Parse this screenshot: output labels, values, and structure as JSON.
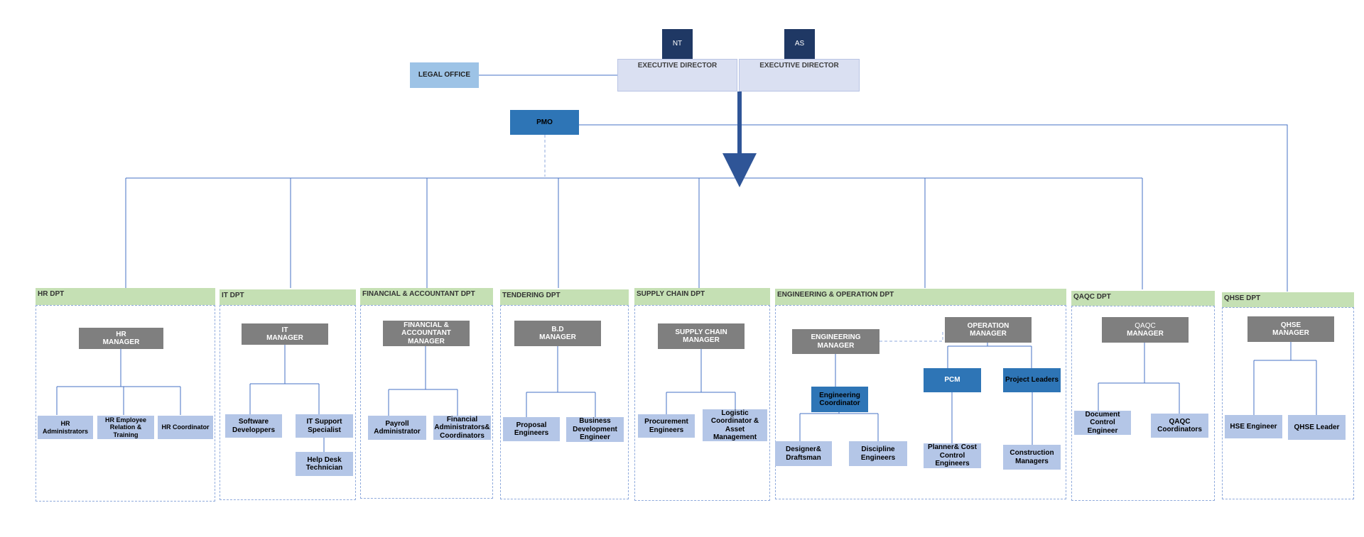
{
  "top": {
    "badges": [
      "NT",
      "AS"
    ],
    "executives": [
      "EXECUTIVE DIRECTOR",
      "EXECUTIVE DIRECTOR"
    ],
    "legal_office": "LEGAL OFFICE",
    "pmo": "PMO"
  },
  "departments": {
    "hr": {
      "title": "HR DPT",
      "manager": [
        "HR",
        "MANAGER"
      ],
      "roles": [
        "HR Administrators",
        "HR Employee Relation & Training",
        "HR Coordinator"
      ]
    },
    "it": {
      "title": "IT DPT",
      "manager": [
        "IT",
        "MANAGER"
      ],
      "roles": [
        "Software Developpers",
        "IT Support Specialist",
        "Help Desk Technician"
      ]
    },
    "fin": {
      "title": "FINANCIAL & ACCOUNTANT DPT",
      "manager": [
        "FINANCIAL &",
        "ACCOUNTANT",
        "MANAGER"
      ],
      "roles": [
        "Payroll Administrator",
        "Financial Administrators& Coordinators"
      ]
    },
    "tender": {
      "title": "TENDERING DPT",
      "manager": [
        "B.D",
        "MANAGER"
      ],
      "roles": [
        "Proposal Engineers",
        "Business Development Engineer"
      ]
    },
    "supply": {
      "title": "SUPPLY CHAIN DPT",
      "manager": [
        "SUPPLY CHAIN",
        "MANAGER"
      ],
      "roles": [
        "Procurement Engineers",
        "Logistic Coordinator & Asset Management"
      ]
    },
    "eng": {
      "title": "ENGINEERING & OPERATION  DPT",
      "eng_manager": [
        "ENGINEERING",
        "MANAGER"
      ],
      "op_manager": [
        "OPERATION",
        "MANAGER"
      ],
      "eng_coord": "Engineering Coordinator",
      "pcm": "PCM",
      "project_leaders": "Project Leaders",
      "roles": [
        "Designer& Draftsman",
        "Discipline Engineers",
        "Planner& Cost Control Engineers",
        "Construction Managers"
      ]
    },
    "qaqc": {
      "title": "QAQC DPT",
      "manager": [
        "QAQC",
        "MANAGER"
      ],
      "roles": [
        "Document Control Engineer",
        "QAQC Coordinators"
      ]
    },
    "qhse": {
      "title": "QHSE DPT",
      "manager": [
        "QHSE",
        "MANAGER"
      ],
      "roles": [
        "HSE Engineer",
        "QHSE Leader"
      ]
    }
  },
  "colors": {
    "connector": "#4472c4",
    "manager_fill": "#7f7f7f",
    "role_fill": "#b4c6e7",
    "accent_fill": "#2e75b6",
    "dept_header_fill": "#c5e0b4",
    "badge_fill": "#1f3864"
  }
}
